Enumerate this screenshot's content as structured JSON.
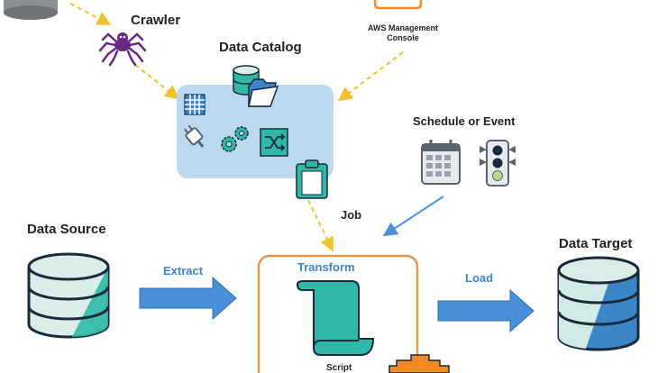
{
  "nodes": {
    "crawler": "Crawler",
    "data_catalog": "Data Catalog",
    "aws_console_line1": "AWS Management",
    "aws_console_line2": "Console",
    "schedule": "Schedule or Event",
    "job": "Job",
    "data_source": "Data Source",
    "data_target": "Data Target",
    "transform": "Transform",
    "script": "Script"
  },
  "edges": {
    "extract": "Extract",
    "load": "Load"
  },
  "colors": {
    "catalog_panel": "#bcd9f0",
    "teal": "#2fb8a6",
    "dark_navy": "#1b2a3a",
    "source_fill": "#d9eee9",
    "target_fill": "#3b86c6",
    "arrow_blue": "#4a90d9",
    "transform_border": "#e8944a",
    "crawler_purple": "#6a2a83",
    "dashed_yellow": "#f2c12e",
    "console_orange": "#f08a24"
  },
  "icons": [
    "database-icon",
    "spider-icon",
    "table-icon",
    "plug-icon",
    "gears-icon",
    "shuffle-icon",
    "folder-icon",
    "clipboard-icon",
    "calendar-icon",
    "traffic-light-icon",
    "script-scroll-icon",
    "engine-icon"
  ]
}
